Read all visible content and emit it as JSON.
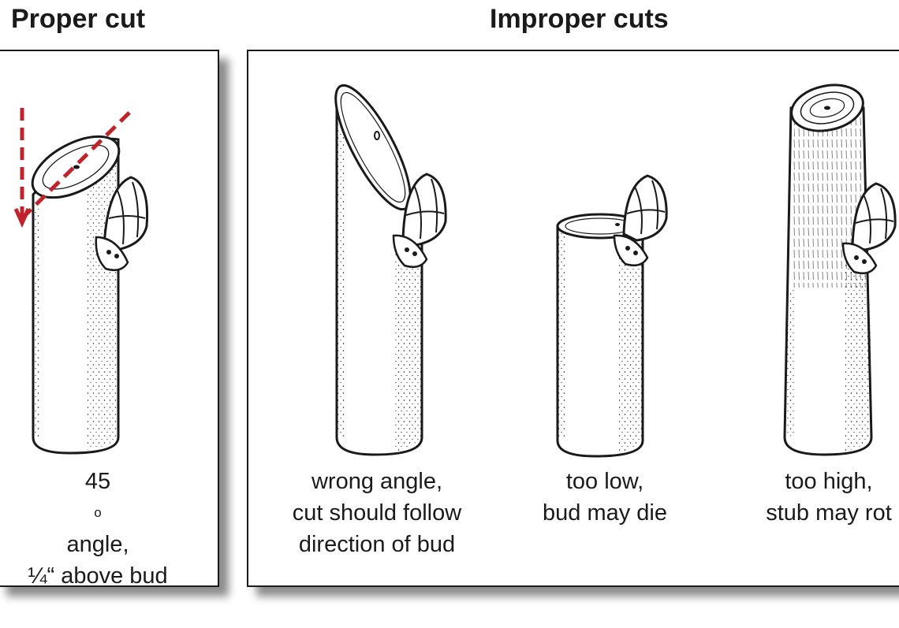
{
  "headings": {
    "proper": "Proper cut",
    "improper": "Improper cuts"
  },
  "colors": {
    "ink": "#1a1a1a",
    "guide_line": "#c0232b"
  },
  "proper": {
    "caption": {
      "line1_value": "45",
      "line1_degree": "o",
      "line1_rest": " angle,",
      "line2": "¼“ above bud"
    }
  },
  "improper": [
    {
      "caption": [
        "wrong angle,",
        "cut should follow",
        "direction of bud"
      ]
    },
    {
      "caption": [
        "too low,",
        "bud may die"
      ]
    },
    {
      "caption": [
        "too high,",
        "stub may rot"
      ]
    }
  ]
}
